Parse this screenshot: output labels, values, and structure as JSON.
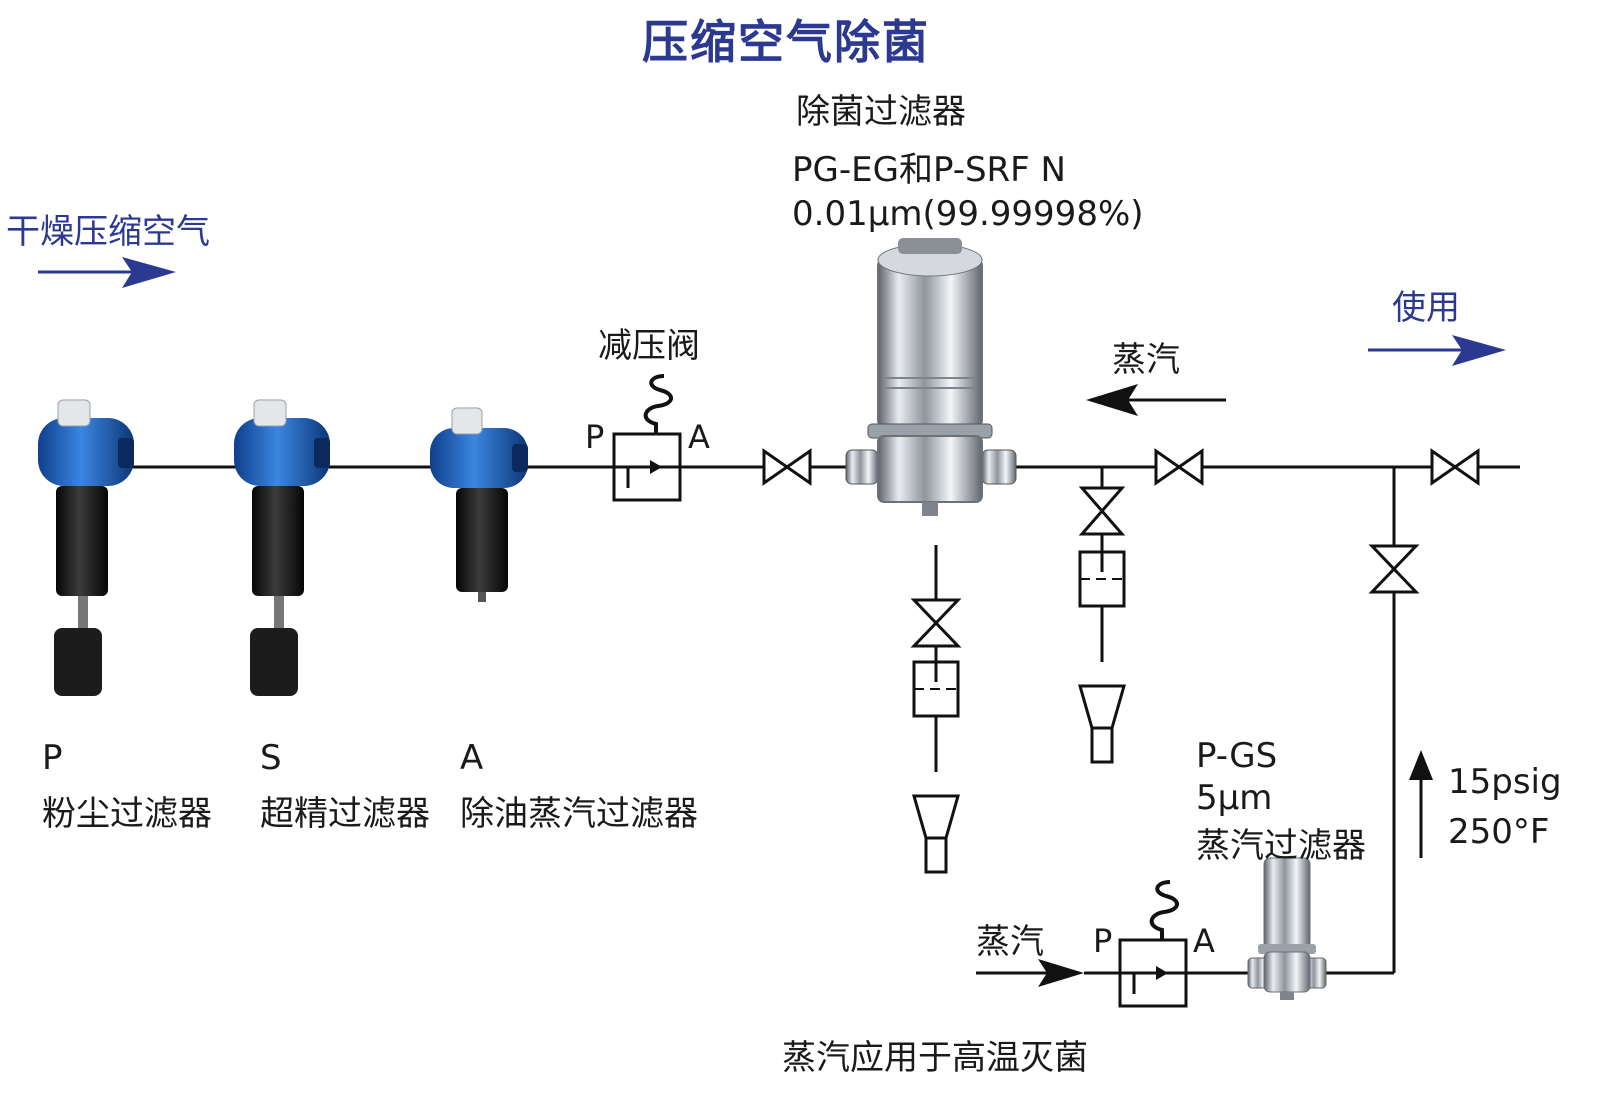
{
  "title": "压缩空气除菌",
  "inlet": {
    "label": "干燥压缩空气"
  },
  "outlet": {
    "label": "使用"
  },
  "steam_inlet_top": {
    "label": "蒸汽"
  },
  "steam_inlet_bottom": {
    "label": "蒸汽"
  },
  "regulator_main": {
    "label": "减压阀",
    "port_in": "P",
    "port_out": "A"
  },
  "regulator_steam": {
    "port_in": "P",
    "port_out": "A"
  },
  "sterile_filter": {
    "name": "除菌过滤器",
    "model": "PG-EG和P-SRF N",
    "spec": "0.01μm(99.99998%)"
  },
  "prefilters": [
    {
      "code": "P",
      "name": "粉尘过滤器"
    },
    {
      "code": "S",
      "name": "超精过滤器"
    },
    {
      "code": "A",
      "name": "除油蒸汽过滤器"
    }
  ],
  "steam_filter": {
    "model": "P-GS",
    "rating": "5μm",
    "name": "蒸汽过滤器"
  },
  "steam_conditions": {
    "pressure": "15psig",
    "temperature": "250°F"
  },
  "footer": "蒸汽应用于高温灭菌",
  "colors": {
    "accent": "#2b3990",
    "pipe": "#111111",
    "filter_blue": "#1f5fb8",
    "steel": "#c9ced4"
  }
}
